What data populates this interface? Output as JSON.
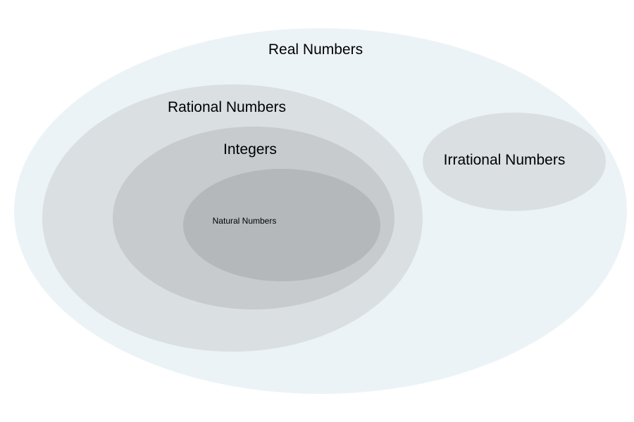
{
  "diagram": {
    "sets": {
      "real": {
        "label": "Real Numbers",
        "color": "#ecf3f6"
      },
      "rational": {
        "label": "Rational Numbers",
        "color": "#dadfe2"
      },
      "integers": {
        "label": "Integers",
        "color": "#c7cbce"
      },
      "natural": {
        "label": "Natural Numbers",
        "color": "#b4b8bb"
      },
      "irrational": {
        "label": "Irrational Numbers",
        "color": "#dadfe2"
      }
    }
  }
}
